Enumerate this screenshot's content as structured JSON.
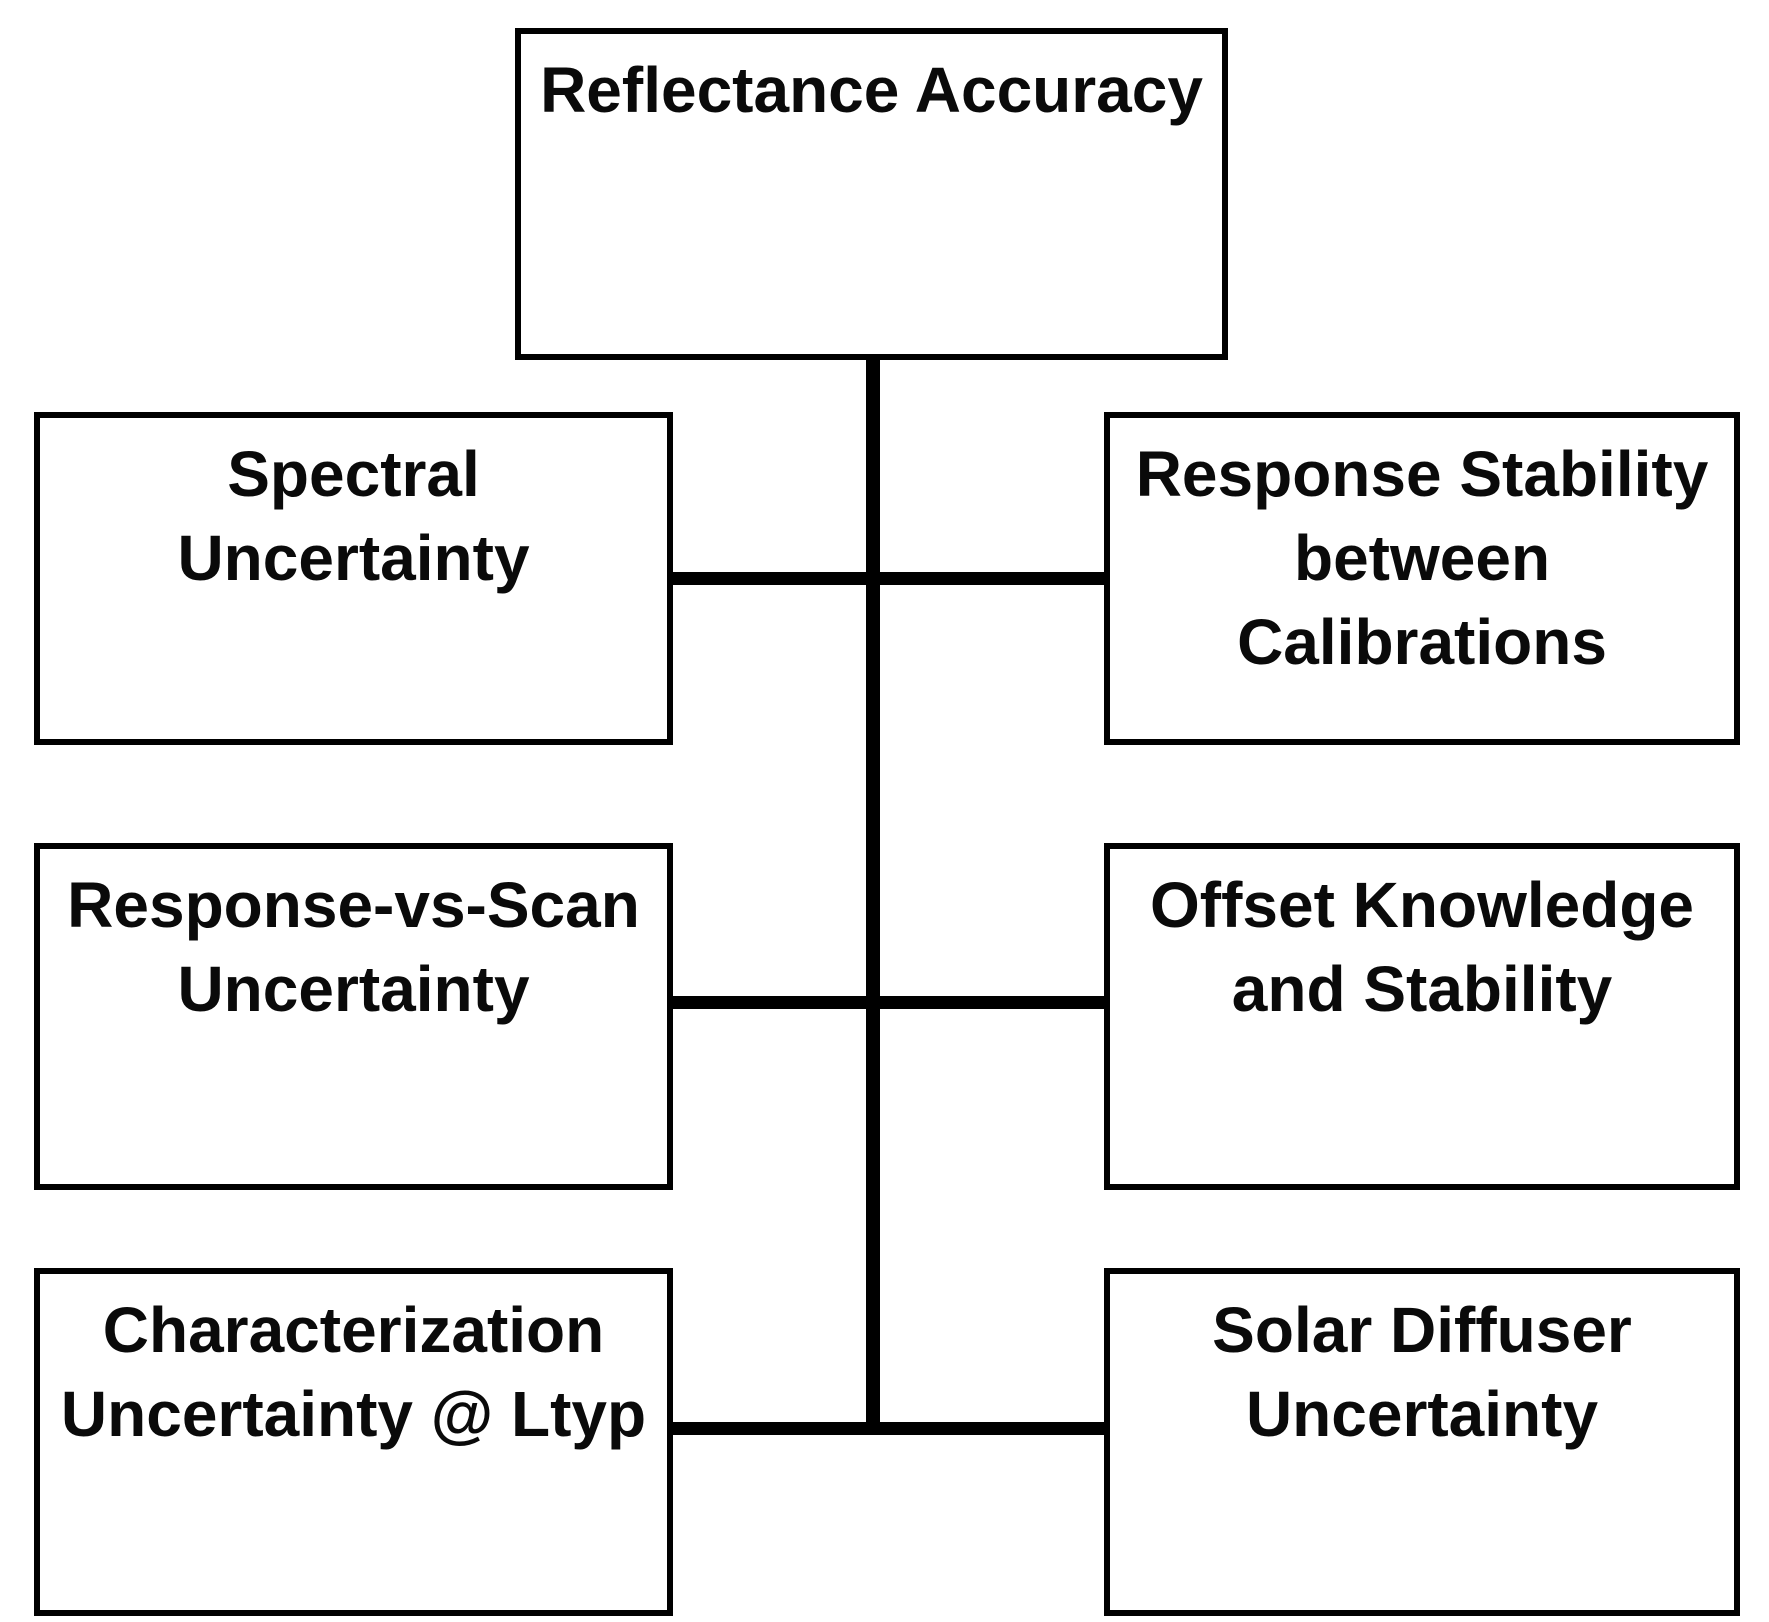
{
  "diagram": {
    "title": "Reflectance Accuracy uncertainty tree",
    "root": {
      "id": "reflectance-accuracy",
      "label": "Reflectance Accuracy"
    },
    "left_column": [
      {
        "id": "spectral-uncertainty",
        "label": "Spectral\nUncertainty"
      },
      {
        "id": "response-vs-scan-uncertainty",
        "label": "Response-vs-Scan\nUncertainty"
      },
      {
        "id": "characterization-uncertainty",
        "label": "Characterization\nUncertainty @ Ltyp"
      }
    ],
    "right_column": [
      {
        "id": "response-stability",
        "label": "Response Stability\nbetween\nCalibrations"
      },
      {
        "id": "offset-knowledge-stability",
        "label": "Offset Knowledge\nand Stability"
      },
      {
        "id": "solar-diffuser-uncertainty",
        "label": "Solar Diffuser\nUncertainty"
      }
    ]
  },
  "colors": {
    "background": "#ffffff",
    "box_border": "#000000",
    "connector_line": "#000000",
    "text": "#0a0a0a"
  }
}
